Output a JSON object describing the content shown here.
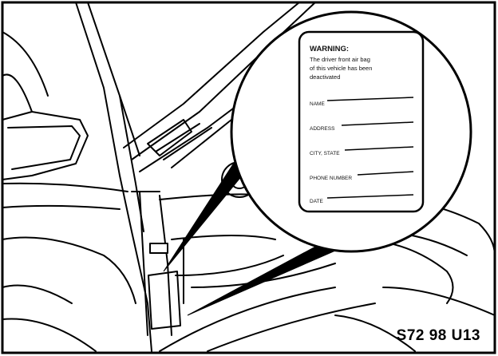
{
  "figure_code": "S72 98 U13",
  "label": {
    "heading": "WARNING:",
    "body": [
      "The driver front air bag",
      "of this vehicle has been",
      "deactivated"
    ],
    "fields": [
      "NAME",
      "ADDRESS",
      "CITY, STATE",
      "PHONE NUMBER",
      "DATE"
    ]
  }
}
